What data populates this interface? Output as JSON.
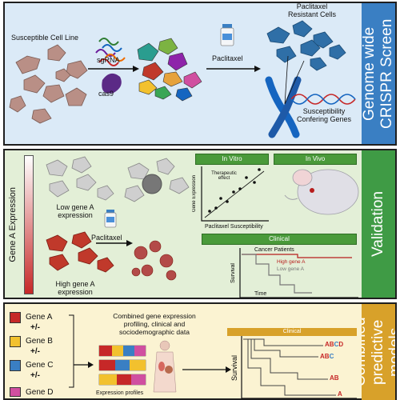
{
  "panel1": {
    "side_title": "Genome wide CRISPR Screen",
    "susceptible_label": "Susceptible Cell Line",
    "sgrna_label": "sgRNA",
    "cas9_label": "cas9",
    "paclitaxel_label": "Paclitaxel",
    "resistant_label_line1": "Paclitaxel",
    "resistant_label_line2": "Resistant Cells",
    "genes_label_line1": "Susceptibility",
    "genes_label_line2": "Confering Genes"
  },
  "panel2": {
    "side_title": "Validation",
    "expression_axis_label": "Gene A Expression",
    "low_label_line1": "Low gene A",
    "low_label_line2": "expression",
    "high_label_line1": "High gene A",
    "high_label_line2": "expression",
    "paclitaxel_label": "Paclitaxel",
    "in_vitro_label": "In Vitro",
    "in_vivo_label": "In Vivo",
    "clinical_label": "Clinical",
    "scatter_ylabel": "Gene Expression",
    "scatter_xlabel": "Paclitaxel Susceptibility",
    "therapeutic_label_line1": "Therapeutic",
    "therapeutic_label_line2": "effect",
    "survival_ylabel": "Survival",
    "survival_xlabel": "Time",
    "cancer_patients_label": "Cancer Patients",
    "high_gene_label": "High gene A",
    "low_gene_label": "Low gene A",
    "colors": {
      "high": "#b71c1c",
      "low": "#777777",
      "gradient_top": "#ffffff",
      "gradient_bottom": "#c62828"
    }
  },
  "panel3": {
    "side_title_line1": "Combined",
    "side_title_line2": "predictive models",
    "genes": [
      {
        "label": "Gene A",
        "color": "#c62828"
      },
      {
        "label": "Gene B",
        "color": "#f2c12e"
      },
      {
        "label": "Gene C",
        "color": "#3a7fc3"
      },
      {
        "label": "Gene D",
        "color": "#d04fa0"
      }
    ],
    "plus_minus": "+/-",
    "profiling_line1": "Combined gene expression",
    "profiling_line2": "profiling, clinical and",
    "profiling_line3": "sociodemographic data",
    "expression_profiles_label": "Expression profiles",
    "clinical_label": "Clinical",
    "survival_ylabel": "Survival",
    "curve_labels": [
      "ABCD",
      "ABC",
      "AB",
      "A"
    ]
  }
}
